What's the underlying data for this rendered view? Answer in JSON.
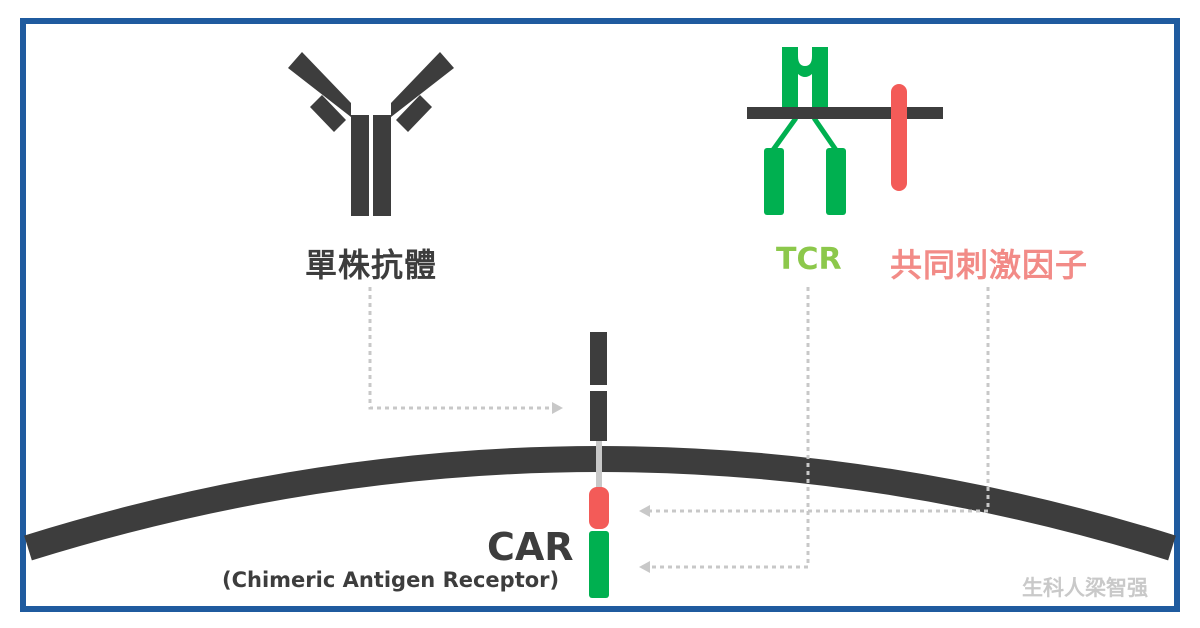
{
  "colors": {
    "frame": "#1f5b9f",
    "dark": "#3d3d3d",
    "tcr_green": "#00b050",
    "costim_red": "#f35b58",
    "tcr_label": "#8cc84b",
    "costim_label": "#f28b87",
    "arrow": "#c8c8c8",
    "watermark": "#c9c9c9"
  },
  "labels": {
    "monoclonal_antibody": "單株抗體",
    "tcr": "TCR",
    "costimulatory_factor": "共同刺激因子",
    "car_title": "CAR",
    "car_subtitle": "(Chimeric Antigen Receptor)",
    "watermark": "生科人梁智强"
  }
}
